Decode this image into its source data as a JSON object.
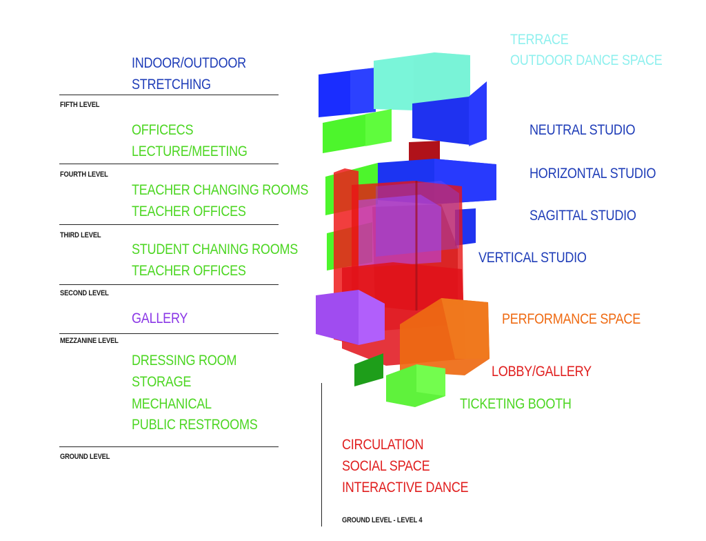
{
  "colors": {
    "blue": "#1f3db8",
    "green": "#4cd622",
    "purple": "#8a36e6",
    "cyan": "#8ff0ee",
    "orange": "#ef6a12",
    "red": "#e01e1e"
  },
  "left_panel": {
    "fifth": {
      "items": [
        "INDOOR/OUTDOOR",
        "STRETCHING"
      ],
      "level": "FIFTH LEVEL"
    },
    "fourth": {
      "items": [
        "OFFICECS",
        "LECTURE/MEETING"
      ],
      "level": "FOURTH LEVEL"
    },
    "third": {
      "items": [
        "TEACHER CHANGING ROOMS",
        "TEACHER OFFICES"
      ],
      "level": "THIRD LEVEL"
    },
    "second": {
      "items": [
        "STUDENT CHANING ROOMS",
        "TEACHER OFFICES"
      ],
      "level": "SECOND LEVEL"
    },
    "mezzanine": {
      "items": [
        "GALLERY"
      ],
      "level": "MEZZANINE LEVEL"
    },
    "ground": {
      "items": [
        "DRESSING ROOM",
        "STORAGE",
        "MECHANICAL",
        "PUBLIC RESTROOMS"
      ],
      "level": "GROUND LEVEL"
    }
  },
  "right_labels": {
    "terrace": "TERRACE",
    "outdoor_dance": "OUTDOOR DANCE SPACE",
    "neutral_studio": "NEUTRAL STUDIO",
    "horizontal_studio": "HORIZONTAL STUDIO",
    "sagittal_studio": "SAGITTAL STUDIO",
    "vertical_studio": "VERTICAL STUDIO",
    "performance_space": "PERFORMANCE SPACE",
    "lobby_gallery": "LOBBY/GALLERY",
    "ticketing_booth": "TICKETING BOOTH"
  },
  "bottom_labels": {
    "circulation": "CIRCULATION",
    "social_space": "SOCIAL SPACE",
    "interactive_dance": "INTERACTIVE DANCE",
    "range": "GROUND LEVEL - LEVEL 4"
  }
}
